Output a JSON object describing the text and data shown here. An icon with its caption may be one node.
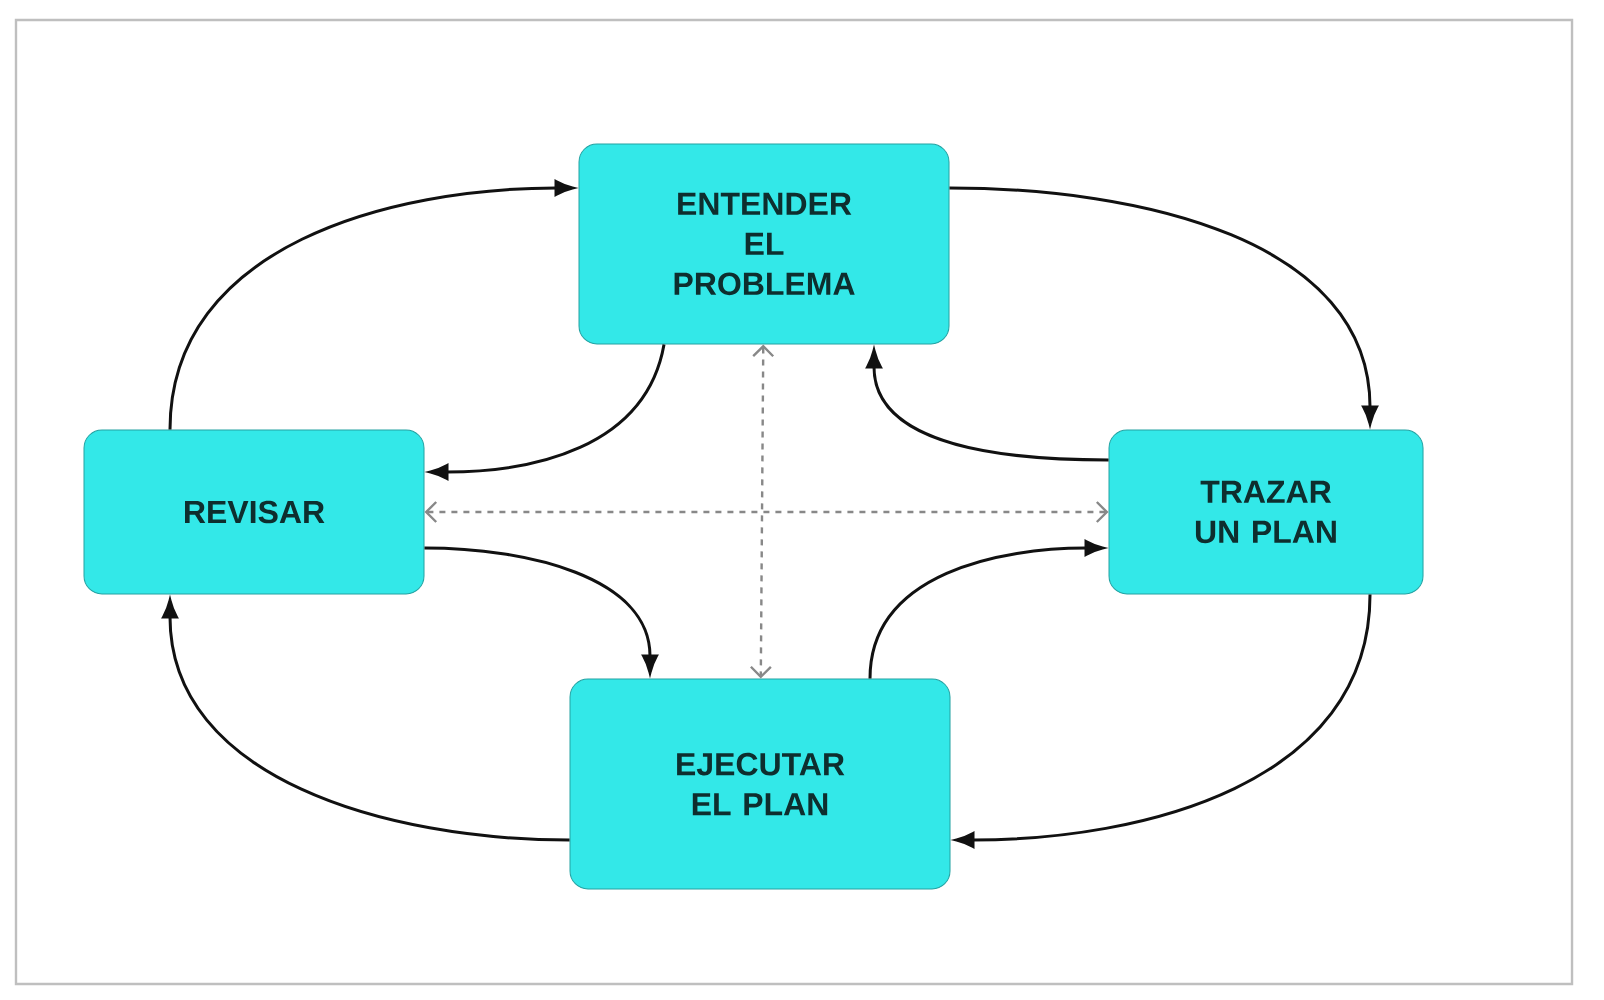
{
  "diagram": {
    "nodes": [
      {
        "text": [
          "ENTENDER EL PROBLEMA"
        ]
      },
      {
        "text": [
          "REVISAR"
        ]
      },
      {
        "text": [
          "TRAZAR UN PLAN"
        ]
      },
      {
        "text": [
          "EJECUTAR EL PLAN"
        ]
      }
    ],
    "edges": [
      {
        "from": 1,
        "to": 0,
        "arrow": "to"
      },
      {
        "from": 0,
        "to": 2,
        "arrow": "to"
      },
      {
        "from": 2,
        "to": 3,
        "arrow": "to"
      },
      {
        "from": 3,
        "to": 1,
        "arrow": "to"
      },
      {
        "from": 0,
        "to": 1,
        "arrow": "to"
      },
      {
        "from": 2,
        "to": 0,
        "arrow": "to"
      },
      {
        "from": 1,
        "to": 3,
        "arrow": "to"
      },
      {
        "from": 3,
        "to": 2,
        "arrow": "to"
      },
      {
        "from": 0,
        "to": 3,
        "arrow": "both",
        "style": "dashed",
        "color": "#888888"
      },
      {
        "from": 1,
        "to": 2,
        "arrow": "both",
        "style": "dashed",
        "color": "#888888"
      }
    ]
  }
}
